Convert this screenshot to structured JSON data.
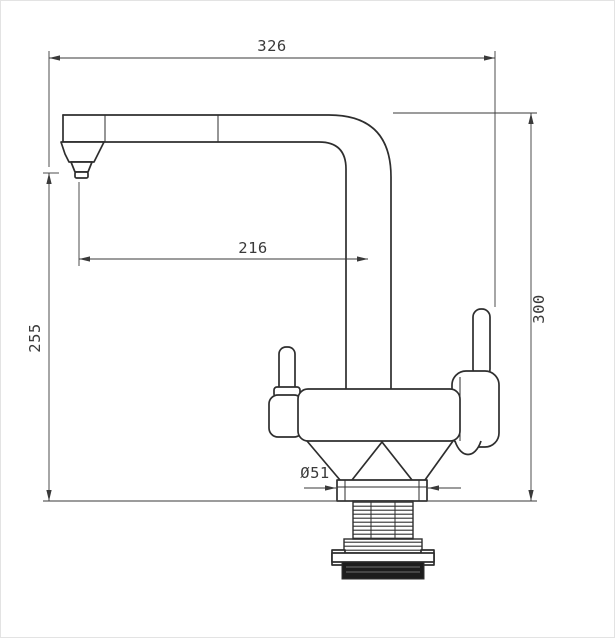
{
  "dimensions": {
    "overall_width": "326",
    "spout_reach": "216",
    "spout_height": "255",
    "overall_height": "300",
    "base_diameter": "Ø51"
  },
  "colors": {
    "line": "#2e2e2e",
    "dim_line": "#3a3a3a",
    "dark_fill": "#1d1d1d",
    "background": "#ffffff"
  }
}
